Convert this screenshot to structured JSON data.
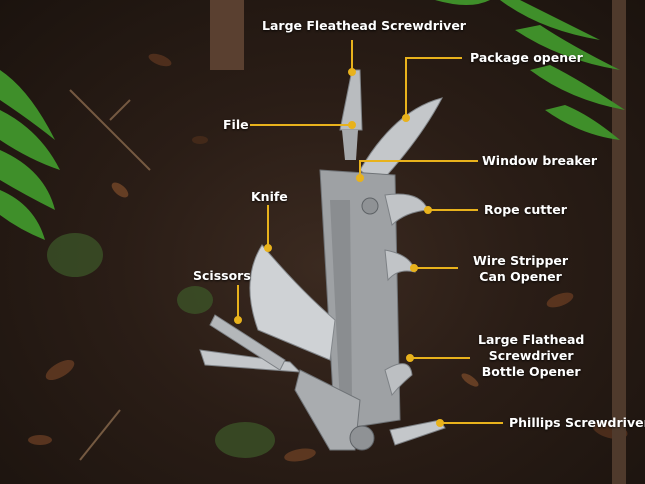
{
  "colors": {
    "soil": "#2a1d16",
    "leader_line": "#e8b21c",
    "label_text": "#ffffff",
    "steel": "#b9bcbf",
    "fern": "#3f8f2a"
  },
  "tool_image": {
    "subject": "multitool-icon"
  },
  "labels": {
    "large_flathead_top": "Large Fleathead Screwdriver",
    "package_opener": "Package opener",
    "file": "File",
    "window_breaker": "Window breaker",
    "knife": "Knife",
    "rope_cutter": "Rope cutter",
    "wire_stripper_line1": "Wire Stripper",
    "wire_stripper_line2": "Can Opener",
    "scissors": "Scissors",
    "large_flathead_bottom_line1": "Large Flathead",
    "large_flathead_bottom_line2": "Screwdriver",
    "large_flathead_bottom_line3": "Bottle Opener",
    "phillips": "Phillips Screwdriver"
  }
}
